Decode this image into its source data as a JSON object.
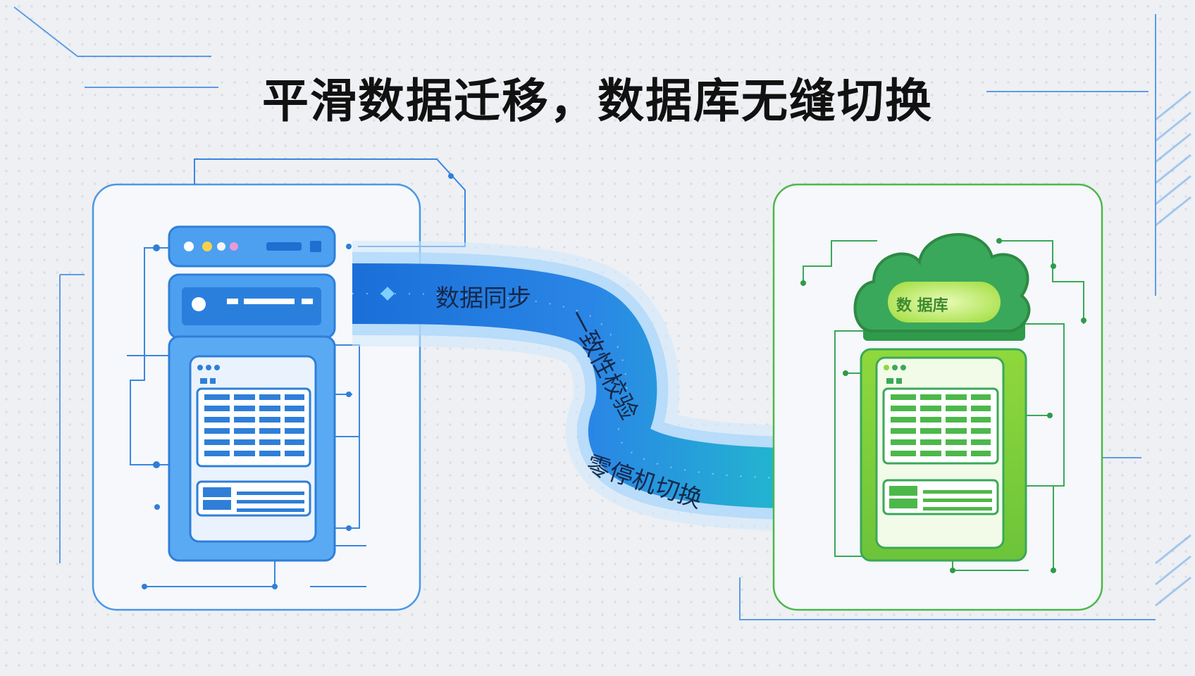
{
  "title": "平滑数据迁移，数据库无缝切换",
  "flow": {
    "sync": "数据同步",
    "consistency": "一致性校验",
    "zero_downtime": "零停机切换"
  },
  "target": {
    "cloud_label": "数 据库"
  },
  "colors": {
    "source_blue": "#3d8fe3",
    "flow_blue": "#1a6fd8",
    "flow_teal": "#20c2c9",
    "target_green": "#4cb84a",
    "cloud_green": "#3aa85a"
  }
}
